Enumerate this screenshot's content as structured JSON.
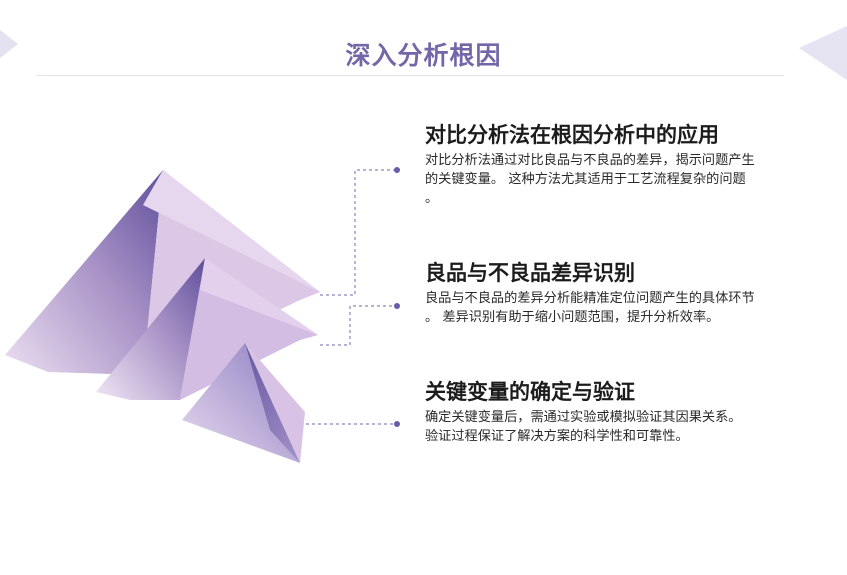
{
  "header": {
    "title": "深入分析根因"
  },
  "items": [
    {
      "title": "对比分析法在根因分析中的应用",
      "lines": [
        "对比分析法通过对比良品与不良品的差异，揭示问题产生",
        "的关键变量。  这种方法尤其适用于工艺流程复杂的问题",
        "。"
      ]
    },
    {
      "title": "良品与不良品差异识别",
      "lines": [
        "良品与不良品的差异分析能精准定位问题产生的具体环节",
        "。  差异识别有助于缩小问题范围，提升分析效率。"
      ]
    },
    {
      "title": "关键变量的确定与验证",
      "lines": [
        "确定关键变量后，需通过实验或模拟验证其因果关系。",
        "验证过程保证了解决方案的科学性和可靠性。"
      ]
    }
  ],
  "colors": {
    "accent": "#7467a8",
    "dark_purple": "#6b5ba8",
    "light_purple": "#dcc6e6",
    "connector": "#8c84bd"
  }
}
